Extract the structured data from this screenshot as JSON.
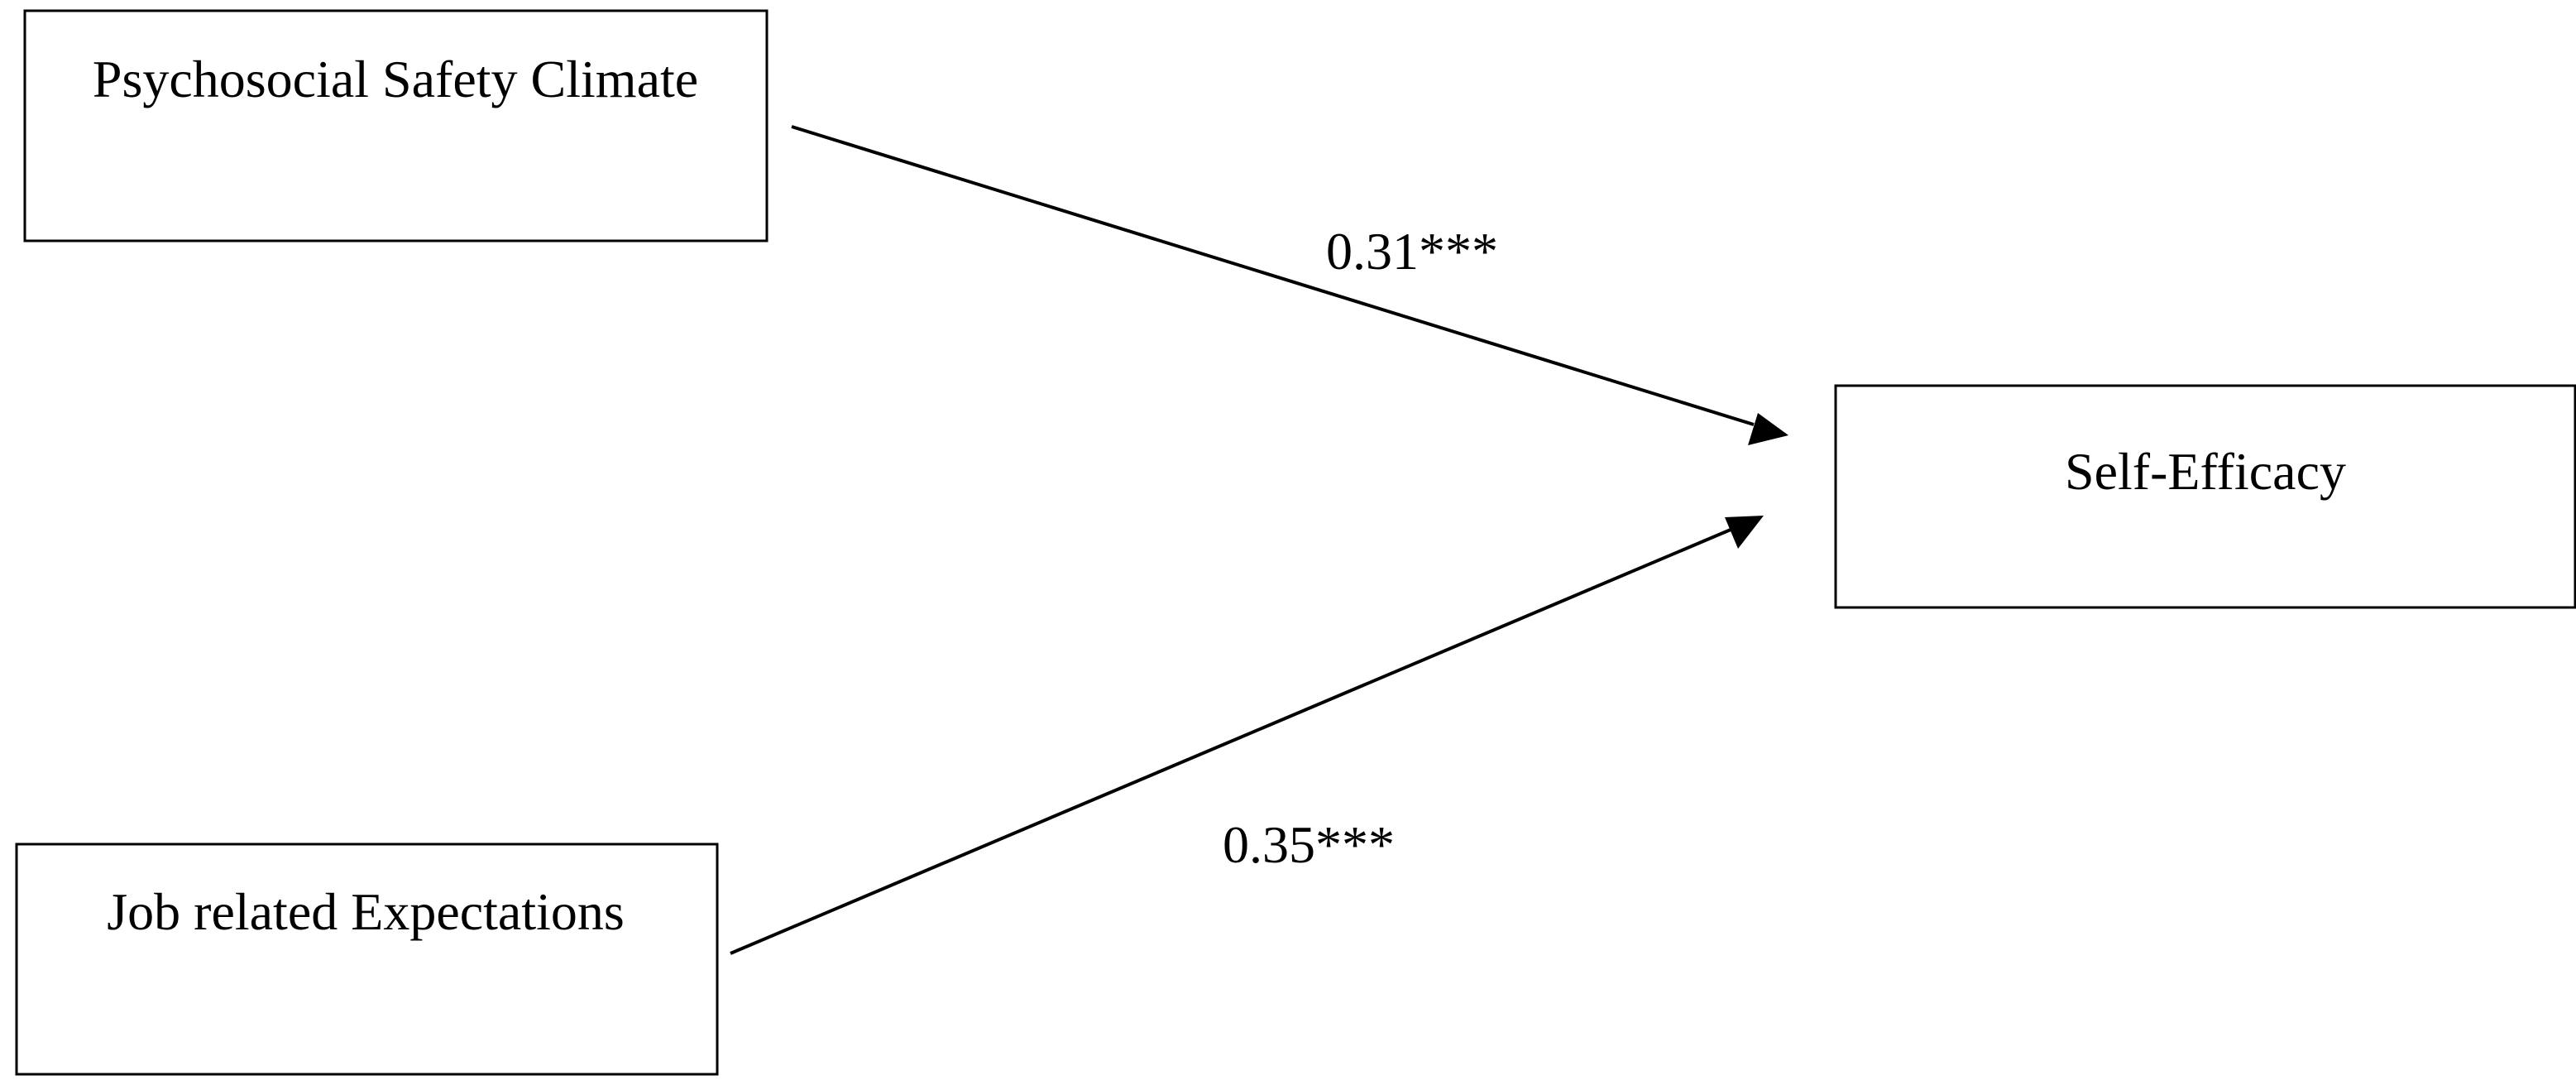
{
  "diagram": {
    "nodes": {
      "psc": {
        "label": "Psychosocial Safety Climate"
      },
      "jre": {
        "label": "Job related Expectations"
      },
      "se": {
        "label": "Self-Efficacy"
      }
    },
    "edges": {
      "psc_to_se": {
        "coefficient": "0.31***"
      },
      "jre_to_se": {
        "coefficient": "0.35***"
      }
    }
  }
}
